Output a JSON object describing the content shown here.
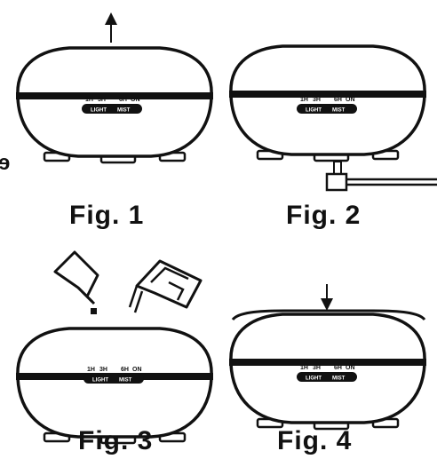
{
  "figures": [
    {
      "caption": "Fig. 1",
      "action": "lift-lid-up"
    },
    {
      "caption": "Fig. 2",
      "action": "connect-power-adapter"
    },
    {
      "caption": "Fig. 3",
      "action": "add-water-and-oil"
    },
    {
      "caption": "Fig. 4",
      "action": "replace-lid"
    }
  ],
  "control_panel": {
    "timer_labels": [
      "1H",
      "3H",
      "6H",
      "ON"
    ],
    "button_labels": [
      "LIGHT",
      "MIST"
    ]
  },
  "edge_glyph": "e"
}
